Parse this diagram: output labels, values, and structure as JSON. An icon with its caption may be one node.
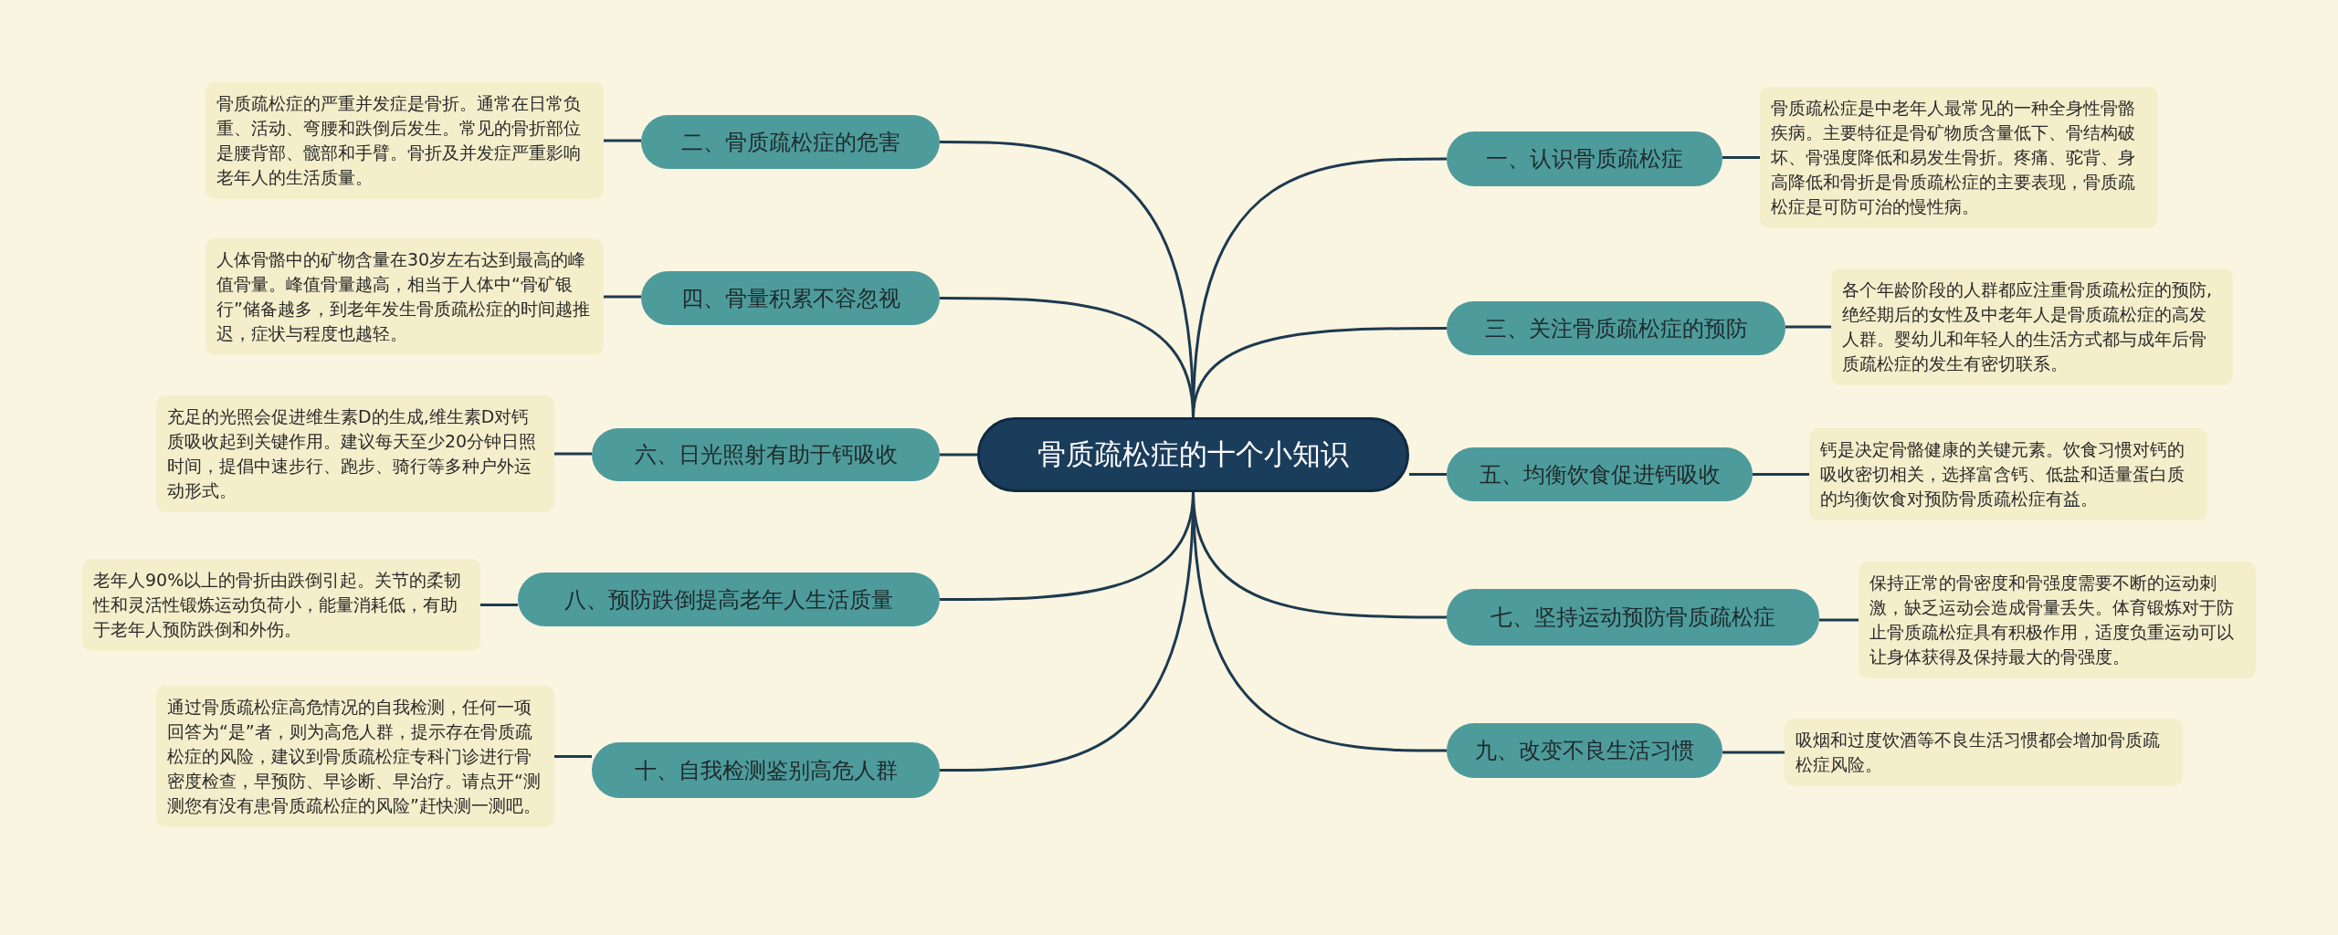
{
  "diagram": {
    "nodes": [
      {
        "text": [
          "骨质疏松症的十个小知识"
        ]
      },
      {
        "text": [
          "一、认识骨质疏松症"
        ]
      },
      {
        "text": [
          "骨质疏松症是中老年人最常见的一种全身性骨骼疾病。主要特征是骨矿物质含量低下、骨结构破坏、骨强度降低和易发生骨折。疼痛、驼背、身高降低和骨折是骨质疏松症的主要表现，骨质疏松症是可防可治的慢性病。"
        ]
      },
      {
        "text": [
          "二、骨质疏松症的危害"
        ]
      },
      {
        "text": [
          "骨质疏松症的严重并发症是骨折。通常在日常负重、活动、弯腰和跌倒后发生。常见的骨折部位是腰背部、髋部和手臂。骨折及并发症严重影响老年人的生活质量。"
        ]
      },
      {
        "text": [
          "三、关注骨质疏松症的预防"
        ]
      },
      {
        "text": [
          "各个年龄阶段的人群都应注重骨质疏松症的预防, 绝经期后的女性及中老年人是骨质疏松症的高发人群。婴幼儿和年轻人的生活方式都与成年后骨质疏松症的发生有密切联系。"
        ]
      },
      {
        "text": [
          "四、骨量积累不容忽视"
        ]
      },
      {
        "text": [
          "人体骨骼中的矿物含量在30岁左右达到最高的峰值骨量。峰值骨量越高，相当于人体中“骨矿银行”储备越多，到老年发生骨质疏松症的时间越推迟，症状与程度也越轻。"
        ]
      },
      {
        "text": [
          "五、均衡饮食促进钙吸收"
        ]
      },
      {
        "text": [
          "钙是决定骨骼健康的关键元素。饮食习惯对钙的吸收密切相关，选择富含钙、低盐和适量蛋白质的均衡饮食对预防骨质疏松症有益。"
        ]
      },
      {
        "text": [
          "六、日光照射有助于钙吸收"
        ]
      },
      {
        "text": [
          "充足的光照会促进维生素D的生成,维生素D对钙质吸收起到关键作用。建议每天至少20分钟日照时间，提倡中速步行、跑步、骑行等多种户外运动形式。"
        ]
      },
      {
        "text": [
          "七、坚持运动预防骨质疏松症"
        ]
      },
      {
        "text": [
          "保持正常的骨密度和骨强度需要不断的运动刺激，缺乏运动会造成骨量丢失。体育锻炼对于防止骨质疏松症具有积极作用，适度负重运动可以让身体获得及保持最大的骨强度。"
        ]
      },
      {
        "text": [
          "八、预防跌倒提高老年人生活质量"
        ]
      },
      {
        "text": [
          "老年人90%以上的骨折由跌倒引起。关节的柔韧性和灵活性锻炼运动负荷小，能量消耗低，有助于老年人预防跌倒和外伤。"
        ]
      },
      {
        "text": [
          "九、改变不良生活习惯"
        ]
      },
      {
        "text": [
          "吸烟和过度饮酒等不良生活习惯都会增加骨质疏松症风险。"
        ]
      },
      {
        "text": [
          "十、自我检测鉴别高危人群"
        ]
      },
      {
        "text": [
          "通过骨质疏松症高危情况的自我检测，任何一项回答为“是”者，则为高危人群，提示存在骨质疏松症的风险，建议到骨质疏松症专科门诊进行骨密度检查，早预防、早诊断、早治疗。请点开“测测您有没有患骨质疏松症的风险”赶快测一测吧。"
        ]
      }
    ],
    "edges": [
      {
        "from": 0,
        "to": 1,
        "arrow": "none"
      },
      {
        "from": 0,
        "to": 3,
        "arrow": "none"
      },
      {
        "from": 0,
        "to": 5,
        "arrow": "none"
      },
      {
        "from": 0,
        "to": 7,
        "arrow": "none"
      },
      {
        "from": 0,
        "to": 9,
        "arrow": "none"
      },
      {
        "from": 0,
        "to": 11,
        "arrow": "none"
      },
      {
        "from": 0,
        "to": 13,
        "arrow": "none"
      },
      {
        "from": 0,
        "to": 15,
        "arrow": "none"
      },
      {
        "from": 0,
        "to": 17,
        "arrow": "none"
      },
      {
        "from": 0,
        "to": 19,
        "arrow": "none"
      },
      {
        "from": 1,
        "to": 2,
        "arrow": "none"
      },
      {
        "from": 3,
        "to": 4,
        "arrow": "none"
      },
      {
        "from": 5,
        "to": 6,
        "arrow": "none"
      },
      {
        "from": 7,
        "to": 8,
        "arrow": "none"
      },
      {
        "from": 9,
        "to": 10,
        "arrow": "none"
      },
      {
        "from": 11,
        "to": 12,
        "arrow": "none"
      },
      {
        "from": 13,
        "to": 14,
        "arrow": "none"
      },
      {
        "from": 15,
        "to": 16,
        "arrow": "none"
      },
      {
        "from": 17,
        "to": 18,
        "arrow": "none"
      },
      {
        "from": 19,
        "to": 20,
        "arrow": "none"
      }
    ]
  }
}
